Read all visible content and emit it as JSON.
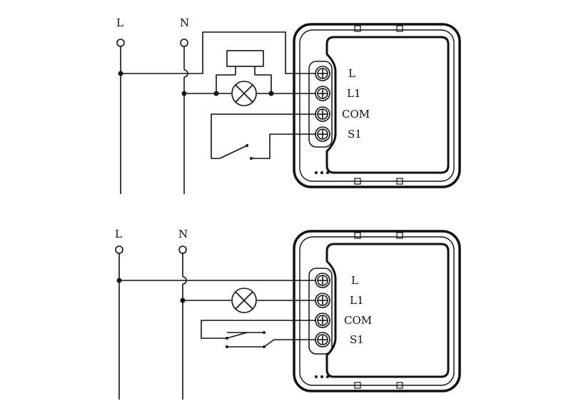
{
  "diagram_top": {
    "supply_labels": [
      "L",
      "N"
    ],
    "terminal_labels": [
      "L",
      "L1",
      "COM",
      "S1"
    ]
  },
  "diagram_bottom": {
    "supply_labels": [
      "L",
      "N"
    ],
    "terminal_labels": [
      "L",
      "L1",
      "COM",
      "S1"
    ]
  },
  "colors": {
    "line": "#111111",
    "background": "#ffffff"
  }
}
